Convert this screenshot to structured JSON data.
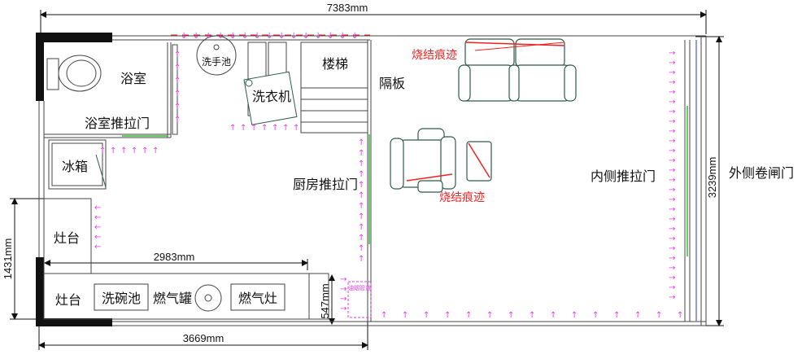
{
  "dimensions": {
    "top_total": "7383mm",
    "kitchen_width": "2983mm",
    "bottom_width": "3669mm",
    "right_height": "3239mm",
    "left_height": "1431mm",
    "small_height": "547mm"
  },
  "rooms": {
    "bathroom": "浴室",
    "bathroom_door": "浴室推拉门",
    "sink": "洗手池",
    "washer": "洗衣机",
    "stairs": "楼梯",
    "partition": "隔板",
    "fridge": "冰箱",
    "stove_upper": "灶台",
    "stove_lower": "灶台",
    "dish_sink": "洗碗池",
    "gas_tank": "燃气罐",
    "gas_stove": "燃气灶",
    "kitchen_door": "厨房推拉门",
    "inner_door": "内侧推拉门",
    "outer_door": "外侧卷闸门",
    "pipe": "油烟管道"
  },
  "annotations": {
    "burn_mark_1": "烧结痕迹",
    "burn_mark_2": "烧结痕迹"
  },
  "colors": {
    "wall": "#111111",
    "line": "#444444",
    "furniture": "#2f5a4a",
    "arrow": "#e83be8",
    "burn": "#ee2222",
    "door": "#33bb33",
    "window": "#7777dd"
  }
}
